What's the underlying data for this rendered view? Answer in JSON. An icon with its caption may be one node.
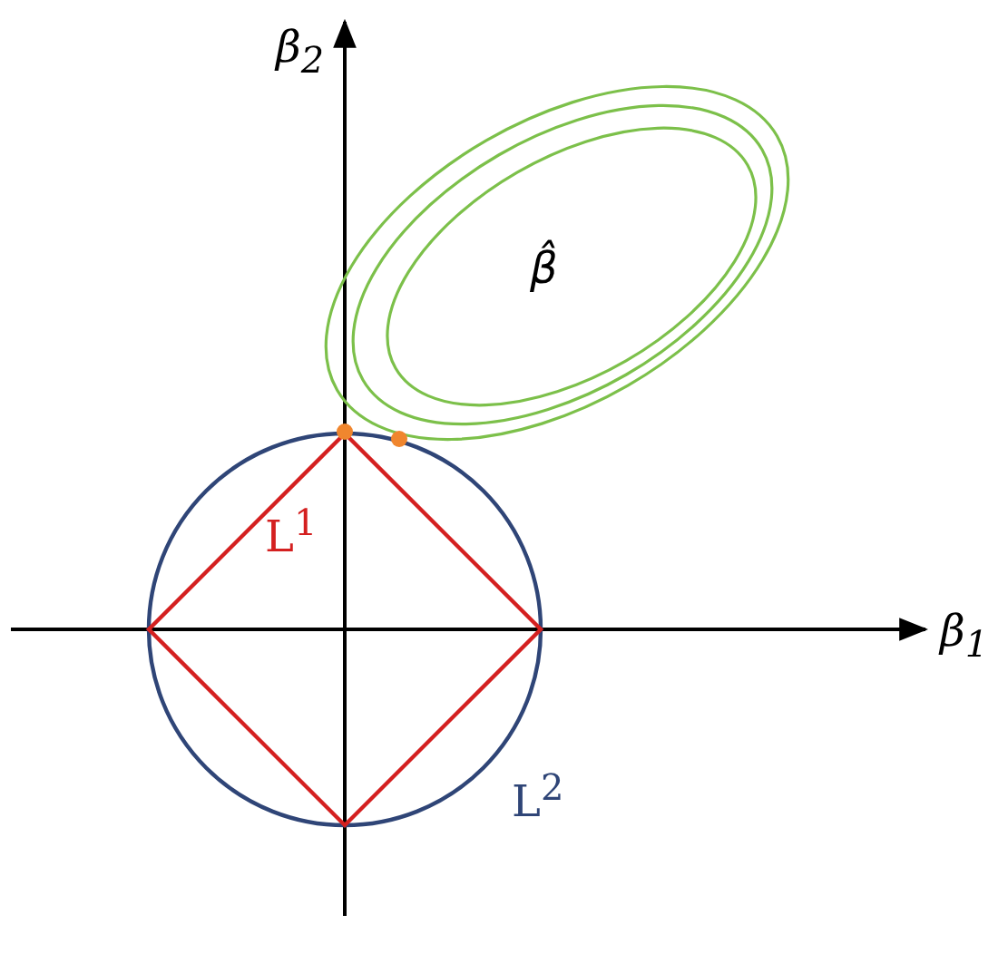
{
  "diagram": {
    "labels": [
      "β$_{2}$",
      "β̂",
      "L$^{1}$",
      "β$_{1}$",
      "L$^{2}$"
    ]
  }
}
